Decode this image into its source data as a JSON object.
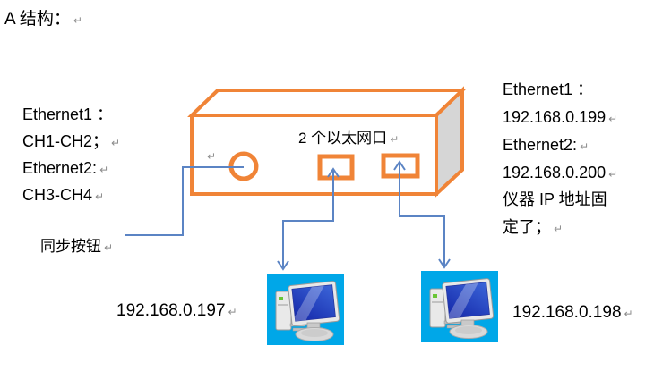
{
  "title": {
    "text": "A 结构："
  },
  "marks": {
    "return": "↵"
  },
  "device": {
    "label": "2 个以太网口",
    "sync_button_label": "同步按钮"
  },
  "left_info": {
    "line1": "Ethernet1   ：",
    "line2": "CH1-CH2；",
    "line3": "Ethernet2:",
    "line4": "CH3-CH4"
  },
  "right_info": {
    "line1": "Ethernet1   ：",
    "line2": "192.168.0.199",
    "line3": "Ethernet2:",
    "line4": "192.168.0.200",
    "line5": "仪器 IP 地址固",
    "line6": "定了；"
  },
  "computers": {
    "left_ip": "192.168.0.197",
    "right_ip": "192.168.0.198"
  },
  "colors": {
    "box_outline": "#F08437",
    "side_fill": "#D6D6D6",
    "connector": "#5B84C4",
    "computer_bg": "#00A7E8",
    "screen_dark": "#1326A8",
    "screen_light": "#3C66D9"
  }
}
